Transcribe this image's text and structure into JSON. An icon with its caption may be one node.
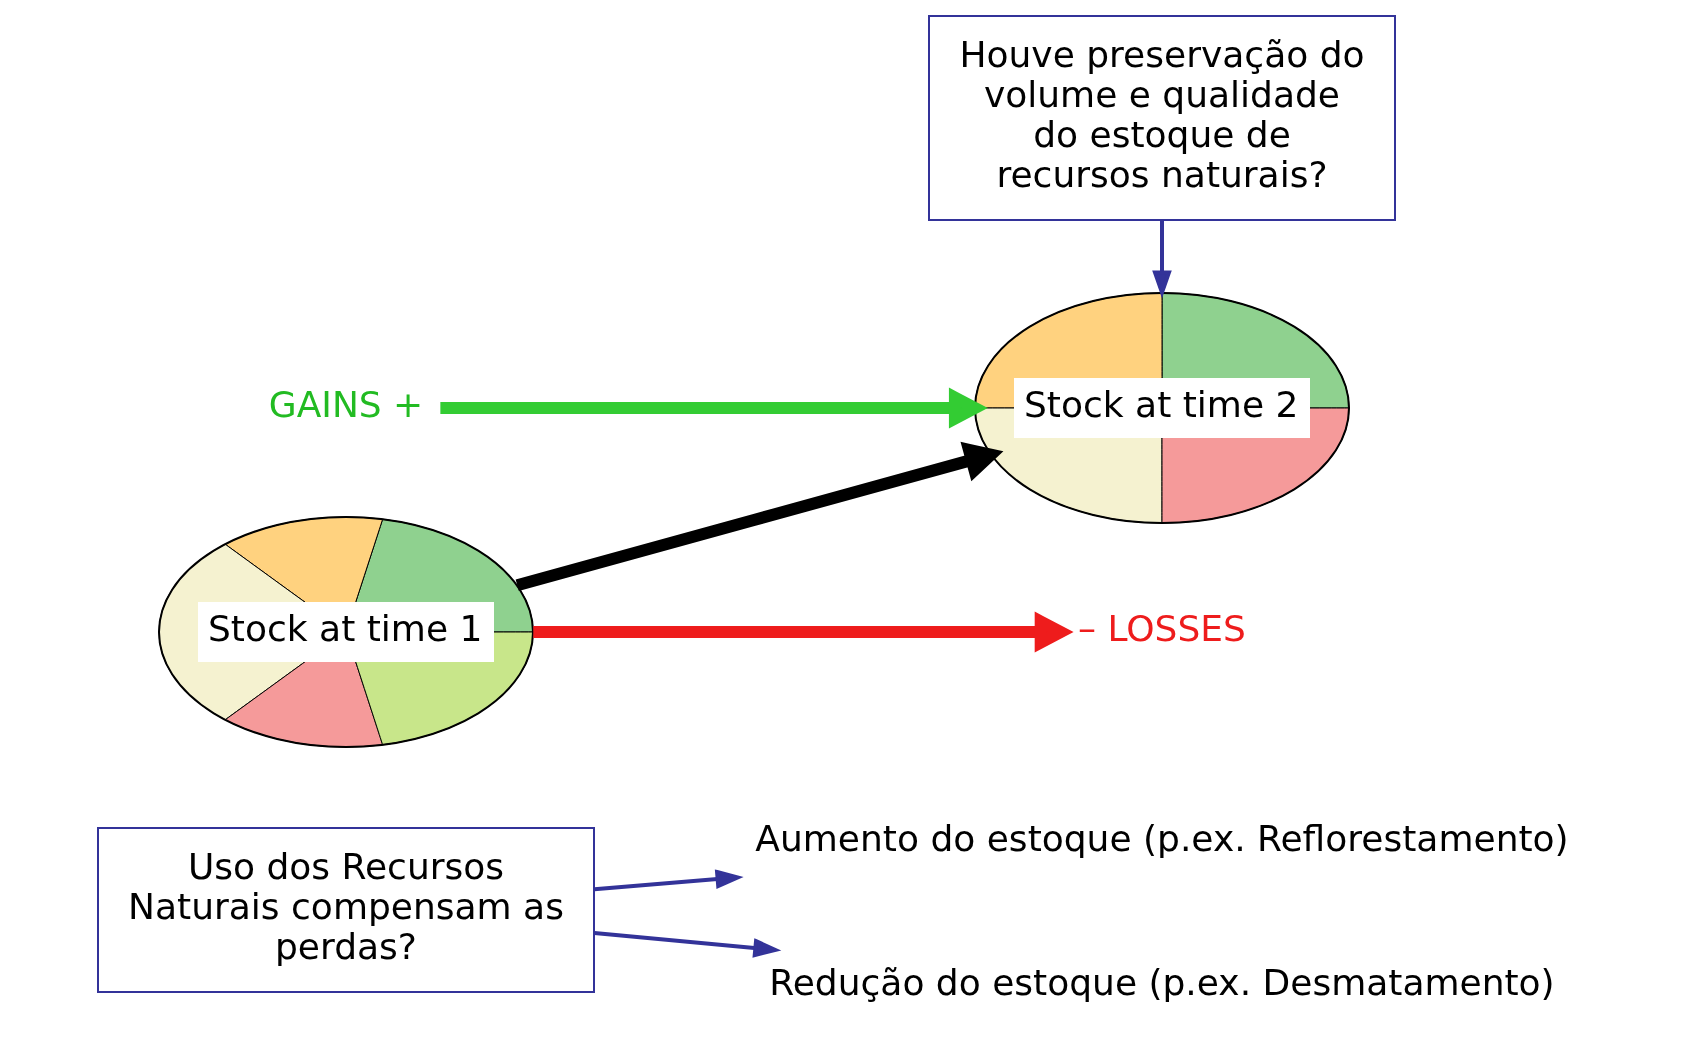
{
  "diagram": {
    "nodes": [
      {
        "text": [
          "Uso dos Recursos Naturais compensam as perdas?"
        ]
      },
      {
        "text": [
          "Aumento do estoque (p.ex. Reflorestamento)"
        ]
      },
      {
        "text": [
          "Redução do estoque (p.ex. Desmatamento)"
        ]
      },
      {
        "text": [
          "Stock at time 1"
        ]
      },
      {
        "text": [
          "Stock at time 2"
        ]
      },
      {
        "text": [
          "Houve preservação do volume e qualidade do estoque de recursos naturais?"
        ]
      },
      {
        "text": [
          "GAINS",
          "+"
        ]
      },
      {
        "text": [
          "–",
          "LOSSES"
        ]
      }
    ],
    "edges": [
      {
        "from": 0,
        "to": 1,
        "arrow": "to"
      },
      {
        "from": 0,
        "to": 2,
        "arrow": "to"
      },
      {
        "from": 3,
        "to": 4,
        "arrow": "to",
        "style": "thick",
        "color": "#000000"
      },
      {
        "from": 6,
        "to": 4,
        "arrow": "to",
        "style": "thick",
        "color": "#33cc33"
      },
      {
        "from": 3,
        "to": 7,
        "arrow": "to",
        "style": "thick",
        "color": "#ee1c1c"
      },
      {
        "from": 5,
        "to": 4,
        "arrow": "to"
      }
    ]
  }
}
